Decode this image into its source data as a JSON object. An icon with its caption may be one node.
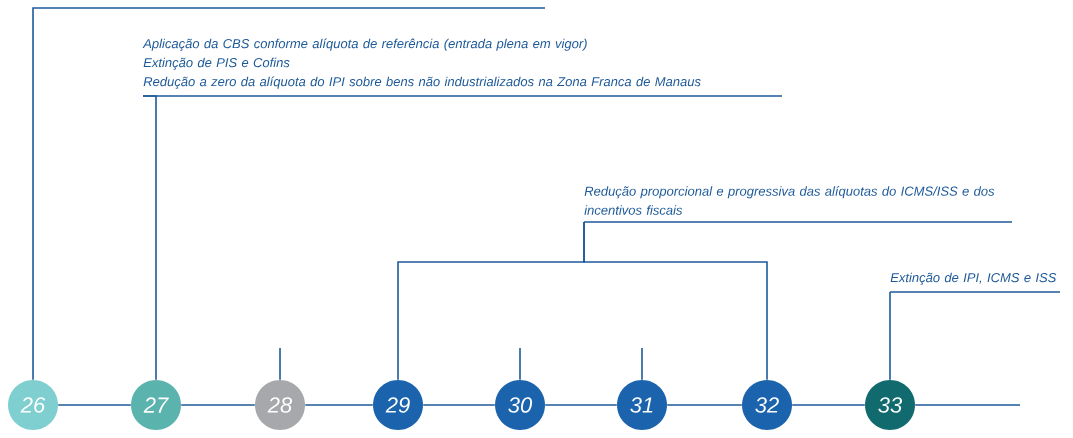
{
  "diagram": {
    "nodes": [
      {
        "text": [
          "26"
        ]
      },
      {
        "text": [
          "27"
        ]
      },
      {
        "text": [
          "28"
        ]
      },
      {
        "text": [
          "29"
        ]
      },
      {
        "text": [
          "30"
        ]
      },
      {
        "text": [
          "31"
        ]
      },
      {
        "text": [
          "32"
        ]
      },
      {
        "text": [
          "33"
        ]
      },
      {
        "text": [
          "Aplicação da CBS conforme alíquota de referência (entrada plena em vigor)",
          "Extinção de PIS e Cofins",
          "Redução a zero da alíquota do IPI sobre bens não industrializados na Zona Franca de Manaus"
        ]
      },
      {
        "text": [
          "Redução proporcional e progressiva das alíquotas do ICMS/ISS e dos incentivos fiscais"
        ]
      },
      {
        "text": [
          "Extinção de IPI, ICMS e ISS"
        ]
      }
    ],
    "edges": [
      {
        "from": 0,
        "to": 1,
        "arrow": "none"
      },
      {
        "from": 1,
        "to": 2,
        "arrow": "none"
      },
      {
        "from": 2,
        "to": 3,
        "arrow": "none"
      },
      {
        "from": 3,
        "to": 4,
        "arrow": "none"
      },
      {
        "from": 4,
        "to": 5,
        "arrow": "none"
      },
      {
        "from": 5,
        "to": 6,
        "arrow": "none"
      },
      {
        "from": 6,
        "to": 7,
        "arrow": "none"
      },
      {
        "from": 7,
        "to": null,
        "arrow": "none"
      },
      {
        "from": 0,
        "to": null,
        "arrow": "none"
      },
      {
        "from": 1,
        "to": 8,
        "arrow": "none"
      },
      {
        "from": 3,
        "to": 9,
        "arrow": "none"
      },
      {
        "from": 6,
        "to": 9,
        "arrow": "none"
      },
      {
        "from": 7,
        "to": 10,
        "arrow": "none"
      }
    ]
  }
}
